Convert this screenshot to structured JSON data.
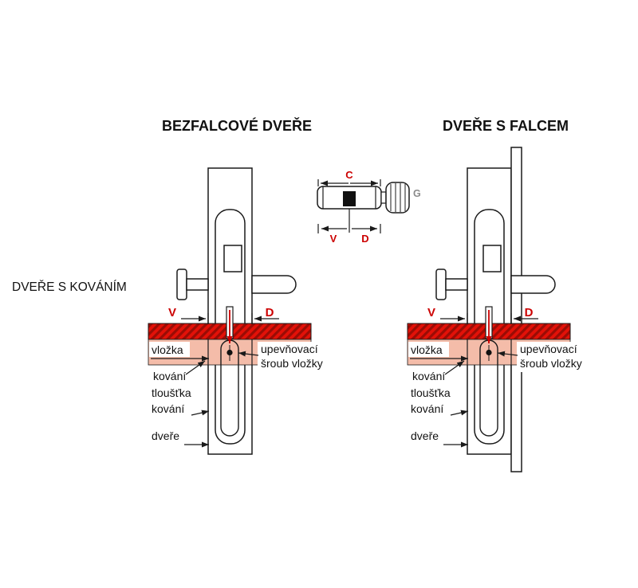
{
  "page": {
    "heading_left": "BEZFALCOVÉ DVEŘE",
    "heading_right": "DVEŘE S FALCEM",
    "side_label": "DVEŘE S KOVÁNÍM"
  },
  "dimensions": {
    "v": "V",
    "d": "D",
    "c": "C",
    "g": "G"
  },
  "labels": {
    "vlozka": "vložka",
    "kovani": "kování",
    "tloustka_line1": "tloušťka",
    "tloustka_line2": "kování",
    "dvere": "dveře",
    "sroub_line1": "upevňovací",
    "sroub_line2": "šroub vložky"
  },
  "colors": {
    "dimension_red": "#cc0000",
    "hatch_red": "#e31108",
    "hatch_red_dark": "#9a0c05",
    "fitting_pink": "#f4bca9",
    "label_gray": "#8a8a8a",
    "line_black": "#1a1a1a"
  }
}
